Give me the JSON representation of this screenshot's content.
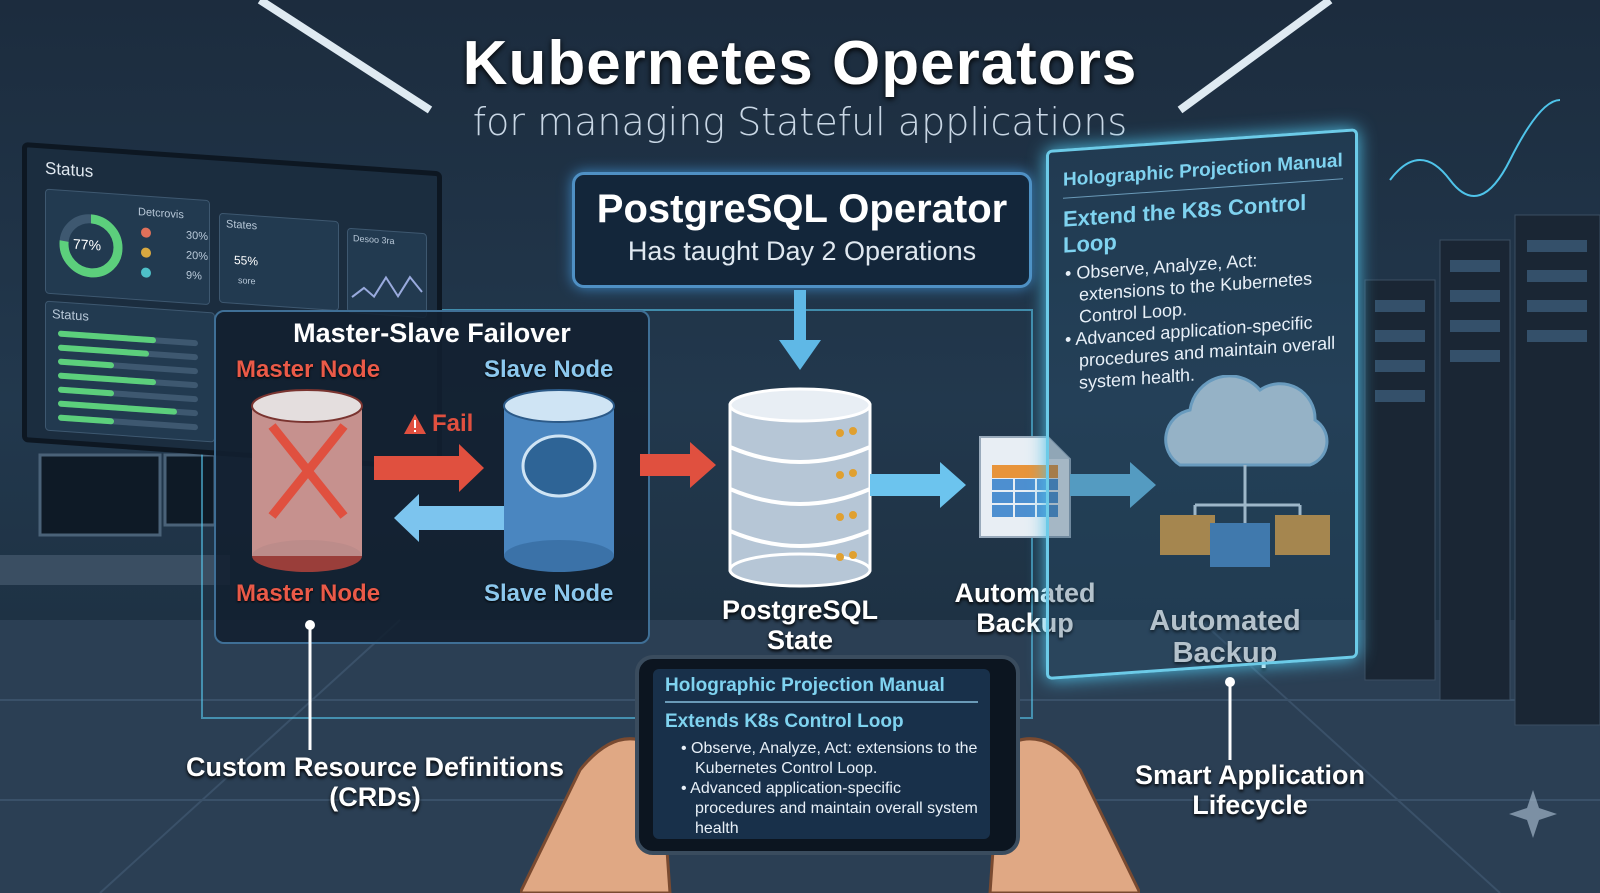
{
  "header": {
    "title": "Kubernetes Operators",
    "subtitle": "for managing Stateful applications"
  },
  "dashboard": {
    "title": "Status",
    "donut_value": "77%",
    "legend_title": "Detcrovis",
    "legend_values": [
      "30%",
      "20%",
      "9%"
    ],
    "states_title": "States",
    "gauge_value": "55%",
    "gauge_sub": "sore",
    "chart_title": "Desoo 3ra",
    "status_title": "Status",
    "bar_fills": [
      0.7,
      0.65,
      0.4,
      0.7,
      0.4,
      0.85,
      0.4
    ]
  },
  "failover": {
    "title": "Master-Slave Failover",
    "master_top": "Master Node",
    "slave_top": "Slave Node",
    "fail_label": "Fail",
    "master_bottom": "Master Node",
    "slave_bottom": "Slave Node"
  },
  "operator": {
    "title": "PostgreSQL Operator",
    "subtitle": "Has taught Day 2 Operations"
  },
  "state_label": [
    "PostgreSQL",
    "State"
  ],
  "backup1": [
    "Automated",
    "Backup"
  ],
  "backup2": [
    "Automated",
    "Backup"
  ],
  "holo_panel": {
    "header": "Holographic Projection Manual",
    "heading": "Extend the K8s Control Loop",
    "bullets": [
      "Observe, Analyze, Act: extensions to the Kubernetes Control Loop.",
      "Advanced application-specific procedures and maintain overall system health."
    ]
  },
  "tablet": {
    "header": "Holographic Projection Manual",
    "heading": "Extends K8s Control Loop",
    "bullets": [
      "Observe, Analyze, Act: extensions to the Kubernetes Control Loop.",
      "Advanced application-specific procedures and maintain overall system health"
    ]
  },
  "callouts": {
    "crd": [
      "Custom Resource Definitions",
      "(CRDs)"
    ],
    "lifecycle": [
      "Smart Application",
      "Lifecycle"
    ]
  },
  "colors": {
    "accent": "#56c6ec",
    "fail": "#e0503f",
    "slave": "#5aa0d8",
    "green": "#5ccf7c"
  }
}
